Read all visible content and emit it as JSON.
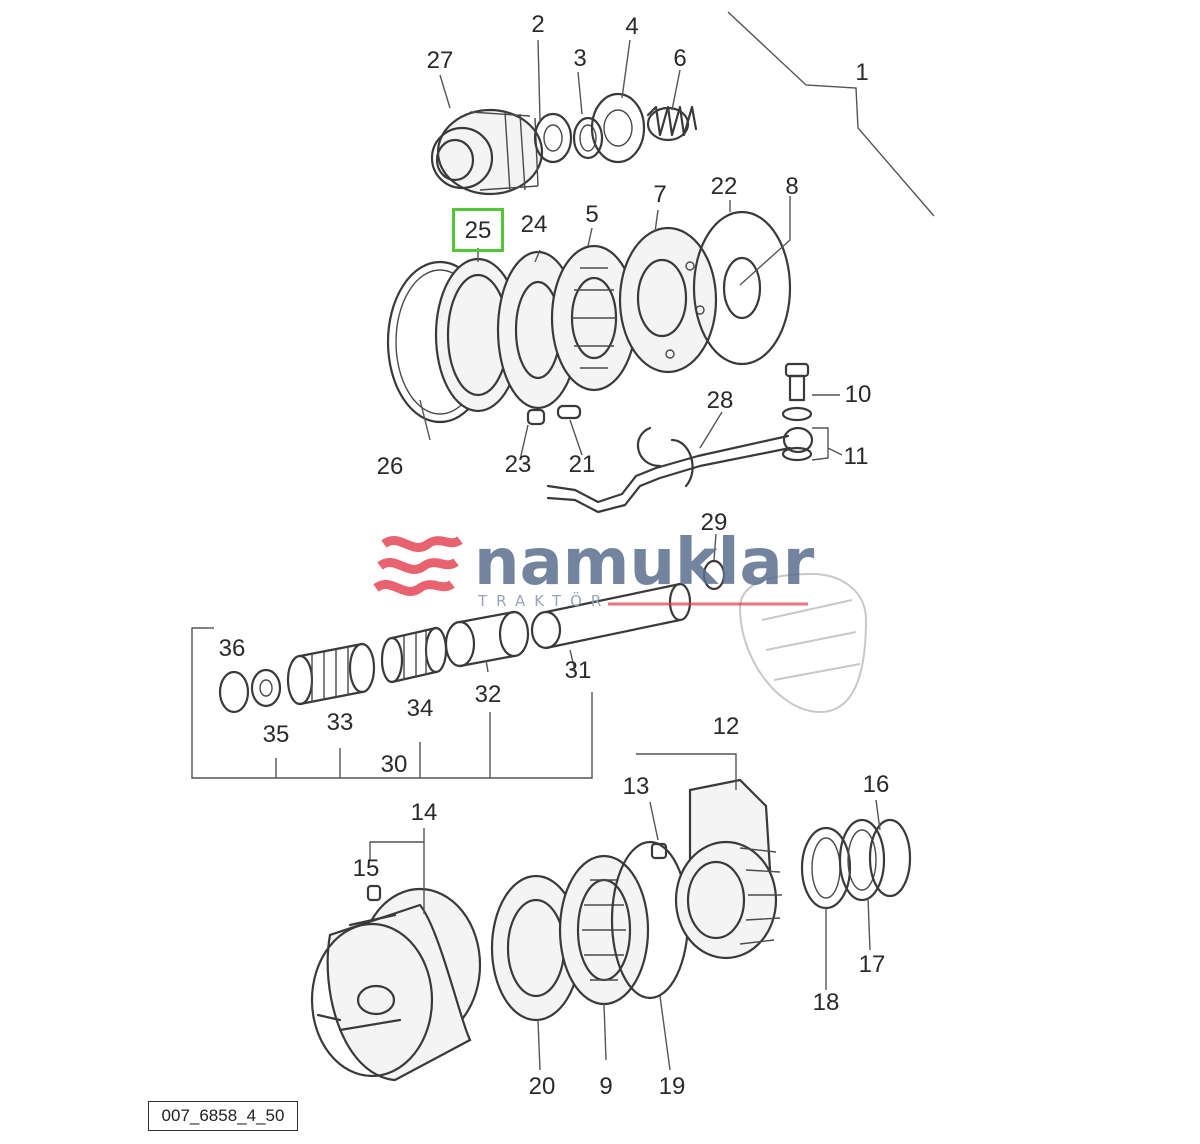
{
  "diagram": {
    "drawing_reference": "007_6858_4_50",
    "highlighted_part": "25",
    "accent_color": "#55c53a",
    "watermark": {
      "brand": "namuklar",
      "tagline": "TRAKTÖR",
      "brand_color": "#5b6f8f",
      "logo_color": "#e23b4b"
    },
    "callouts": [
      "1",
      "2",
      "3",
      "4",
      "6",
      "7",
      "8",
      "5",
      "22",
      "24",
      "25",
      "26",
      "27",
      "10",
      "11",
      "21",
      "23",
      "28",
      "29",
      "30",
      "31",
      "32",
      "33",
      "34",
      "35",
      "36",
      "12",
      "13",
      "14",
      "15",
      "16",
      "17",
      "18",
      "19",
      "20",
      "9"
    ]
  }
}
